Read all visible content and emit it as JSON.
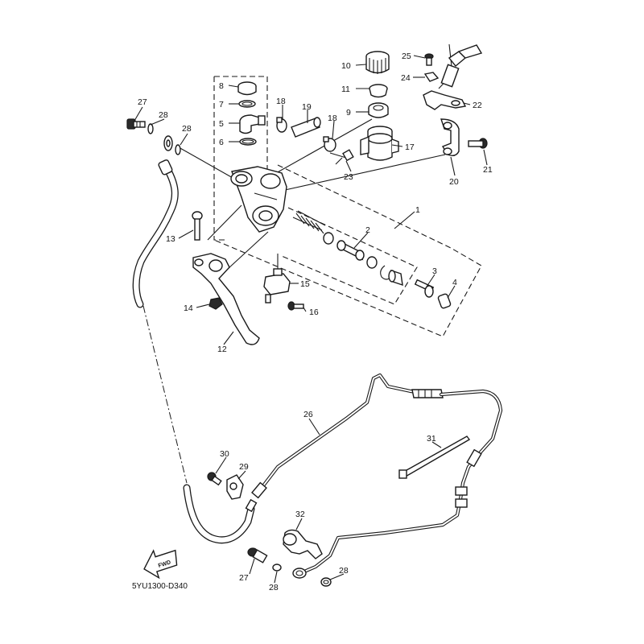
{
  "diagram": {
    "drawing_code": "5YU1300-D340",
    "direction_label": "FWD",
    "callouts": [
      {
        "id": "c1",
        "label": "1"
      },
      {
        "id": "c2",
        "label": "2"
      },
      {
        "id": "c3",
        "label": "3"
      },
      {
        "id": "c4",
        "label": "4"
      },
      {
        "id": "c5",
        "label": "5"
      },
      {
        "id": "c6",
        "label": "6"
      },
      {
        "id": "c7",
        "label": "7"
      },
      {
        "id": "c8",
        "label": "8"
      },
      {
        "id": "c9",
        "label": "9"
      },
      {
        "id": "c10",
        "label": "10"
      },
      {
        "id": "c11",
        "label": "11"
      },
      {
        "id": "c12",
        "label": "12"
      },
      {
        "id": "c13",
        "label": "13"
      },
      {
        "id": "c14",
        "label": "14"
      },
      {
        "id": "c15",
        "label": "15"
      },
      {
        "id": "c16",
        "label": "16"
      },
      {
        "id": "c17",
        "label": "17"
      },
      {
        "id": "c18a",
        "label": "18"
      },
      {
        "id": "c18b",
        "label": "18"
      },
      {
        "id": "c19",
        "label": "19"
      },
      {
        "id": "c20",
        "label": "20"
      },
      {
        "id": "c21",
        "label": "21"
      },
      {
        "id": "c22",
        "label": "22"
      },
      {
        "id": "c23",
        "label": "23"
      },
      {
        "id": "c24",
        "label": "24"
      },
      {
        "id": "c25",
        "label": "25"
      },
      {
        "id": "c26",
        "label": "26"
      },
      {
        "id": "c27a",
        "label": "27"
      },
      {
        "id": "c27b",
        "label": "27"
      },
      {
        "id": "c28a",
        "label": "28"
      },
      {
        "id": "c28b",
        "label": "28"
      },
      {
        "id": "c28c",
        "label": "28"
      },
      {
        "id": "c28d",
        "label": "28"
      },
      {
        "id": "c29",
        "label": "29"
      },
      {
        "id": "c30",
        "label": "30"
      },
      {
        "id": "c31",
        "label": "31"
      },
      {
        "id": "c32",
        "label": "32"
      }
    ]
  }
}
